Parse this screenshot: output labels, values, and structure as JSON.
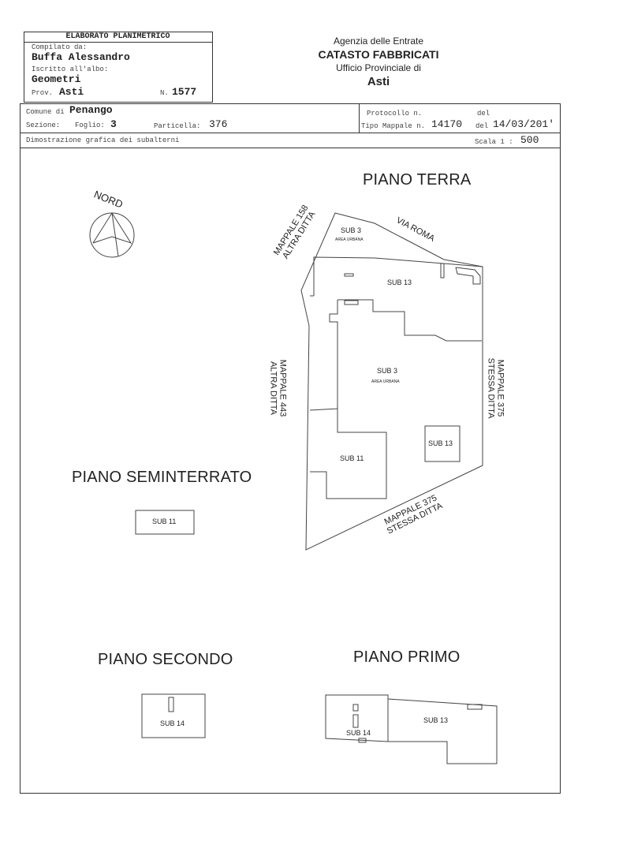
{
  "header": {
    "doc_title": "ELABORATO PLANIMETRICO",
    "compiled_by_label": "Compilato da:",
    "compiled_by": "Buffa Alessandro",
    "registered_label": "Iscritto all'albo:",
    "registered": "Geometri",
    "prov_label": "Prov.",
    "prov": "Asti",
    "number_label": "N.",
    "number": "1577",
    "agency": "Agenzia delle Entrate",
    "office": "CATASTO FABBRICATI",
    "office_sub": "Ufficio Provinciale di",
    "office_city": "Asti"
  },
  "info": {
    "comune_label": "Comune di",
    "comune": "Penango",
    "sezione_label": "Sezione:",
    "foglio_label": "Foglio:",
    "foglio": "3",
    "particella_label": "Particella:",
    "particella": "376",
    "protocollo_label": "Protocollo n.",
    "del_label": "del",
    "tipo_label": "Tipo Mappale n.",
    "tipo": "14170",
    "date": "14/03/201'",
    "description": "Dimostrazione grafica dei subalterni",
    "scale_label": "Scala 1 :",
    "scale": "500"
  },
  "plan": {
    "north": "NORD",
    "piano_terra": "PIANO TERRA",
    "piano_seminterrato": "PIANO SEMINTERRATO",
    "piano_secondo": "PIANO SECONDO",
    "piano_primo": "PIANO PRIMO",
    "mappale_158": [
      "MAPPALE 158",
      "ALTRA DITTA"
    ],
    "via_roma": "VIA ROMA",
    "mappale_443": [
      "MAPPALE 443",
      "ALTRA DITTA"
    ],
    "mappale_375_right": [
      "MAPPALE 375",
      "STESSA DITTA"
    ],
    "mappale_375_bottom": [
      "MAPPALE 375",
      "STESSA DITTA"
    ],
    "sub3": "SUB 3",
    "area_urbana": "AREA URBANA",
    "sub13": "SUB 13",
    "sub11": "SUB 11",
    "sub14": "SUB 14"
  }
}
